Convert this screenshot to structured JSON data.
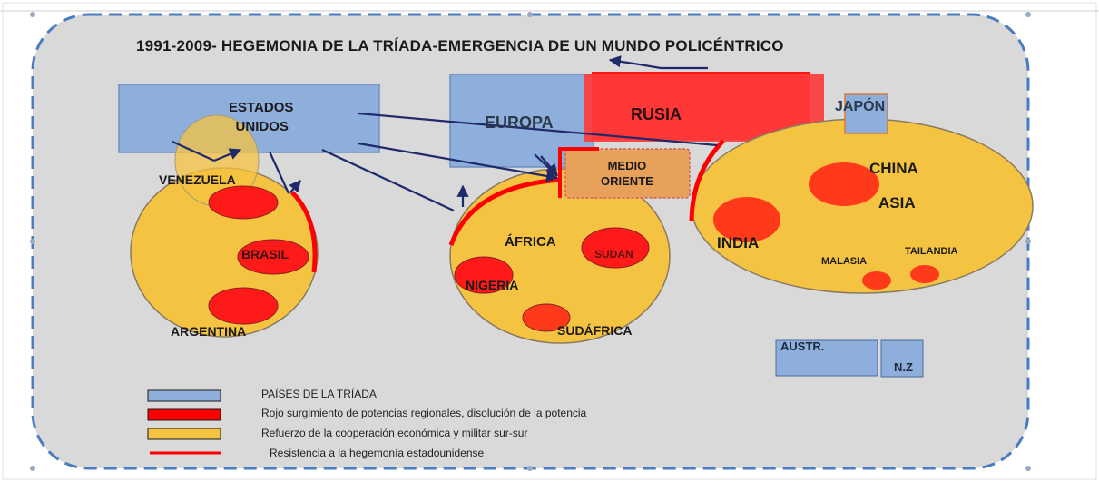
{
  "title": "1991-2009- HEGEMONIA DE LA TRÍADA-EMERGENCIA DE UN MUNDO POLICÉNTRICO",
  "regions": {
    "usa_line1": "ESTADOS",
    "usa_line2": "UNIDOS",
    "europa": "EUROPA",
    "rusia": "RUSIA",
    "medio_oriente_line1": "MEDIO",
    "medio_oriente_line2": "ORIENTE",
    "japon": "JAPÓN",
    "china": "CHINA",
    "asia": "ASIA",
    "india": "INDIA",
    "malasia": "MALASIA",
    "tailandia": "TAILANDIA",
    "venezuela": "VENEZUELA",
    "brasil": "BRASIL",
    "argentina": "ARGENTINA",
    "africa": "ÁFRICA",
    "sudan": "SUDAN",
    "nigeria": "NIGERIA",
    "sudafrica": "SUDÁFRICA",
    "australia": "AUSTR.",
    "nueva_zelanda": "N.Z"
  },
  "legend": [
    {
      "label": "PAÍSES DE LA TRÍADA",
      "color": "#8eaedb"
    },
    {
      "label": "Rojo surgimiento de potencias regionales, disolución de la potencia",
      "color": "#ff0000"
    },
    {
      "label": "Refuerzo de la cooperación económica y militar sur-sur",
      "color": "#f5c342"
    },
    {
      "label": "Resistencia a la hegemonía estadounidense",
      "color": "#ff0000"
    }
  ],
  "colors": {
    "triad_blue": "#8eaedb",
    "emerging_red": "#ff0000",
    "south_yellow": "#f5c342",
    "arrow_navy": "#1f2a6b",
    "frame_dash": "#4a7cc2",
    "background_gray": "#d9d9d9"
  }
}
